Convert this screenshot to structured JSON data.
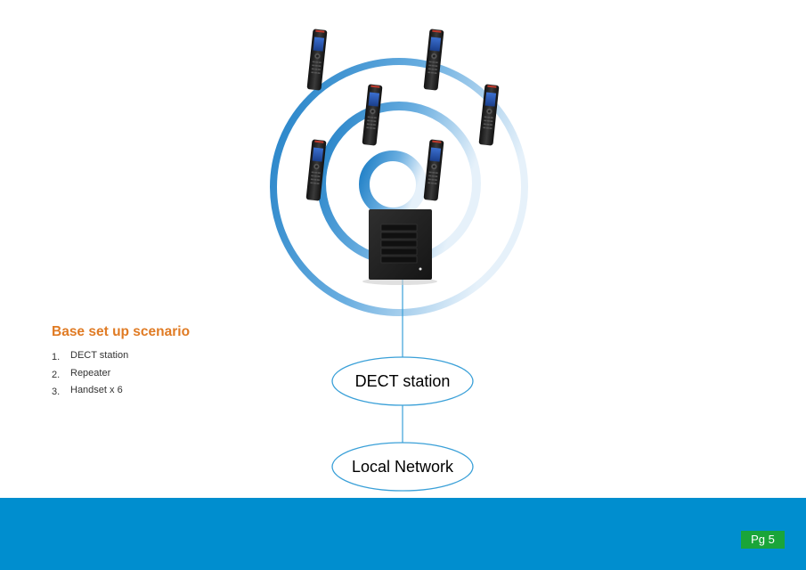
{
  "section": {
    "heading": "Base set up scenario",
    "items": [
      {
        "number": "1.",
        "label": "DECT station"
      },
      {
        "number": "2.",
        "label": "Repeater"
      },
      {
        "number": "3.",
        "label": "Handset x 6"
      }
    ]
  },
  "diagram": {
    "station_label": "DECT station",
    "network_label": "Local Network",
    "handset_count": 6
  },
  "footer": {
    "page_label": "Pg 5"
  },
  "colors": {
    "accent_orange": "#e07b24",
    "signal_blue": "#1f7fc6",
    "footer_blue": "#008ecf",
    "page_badge_green": "#1aa53a",
    "node_outline": "#3aa0d8"
  }
}
